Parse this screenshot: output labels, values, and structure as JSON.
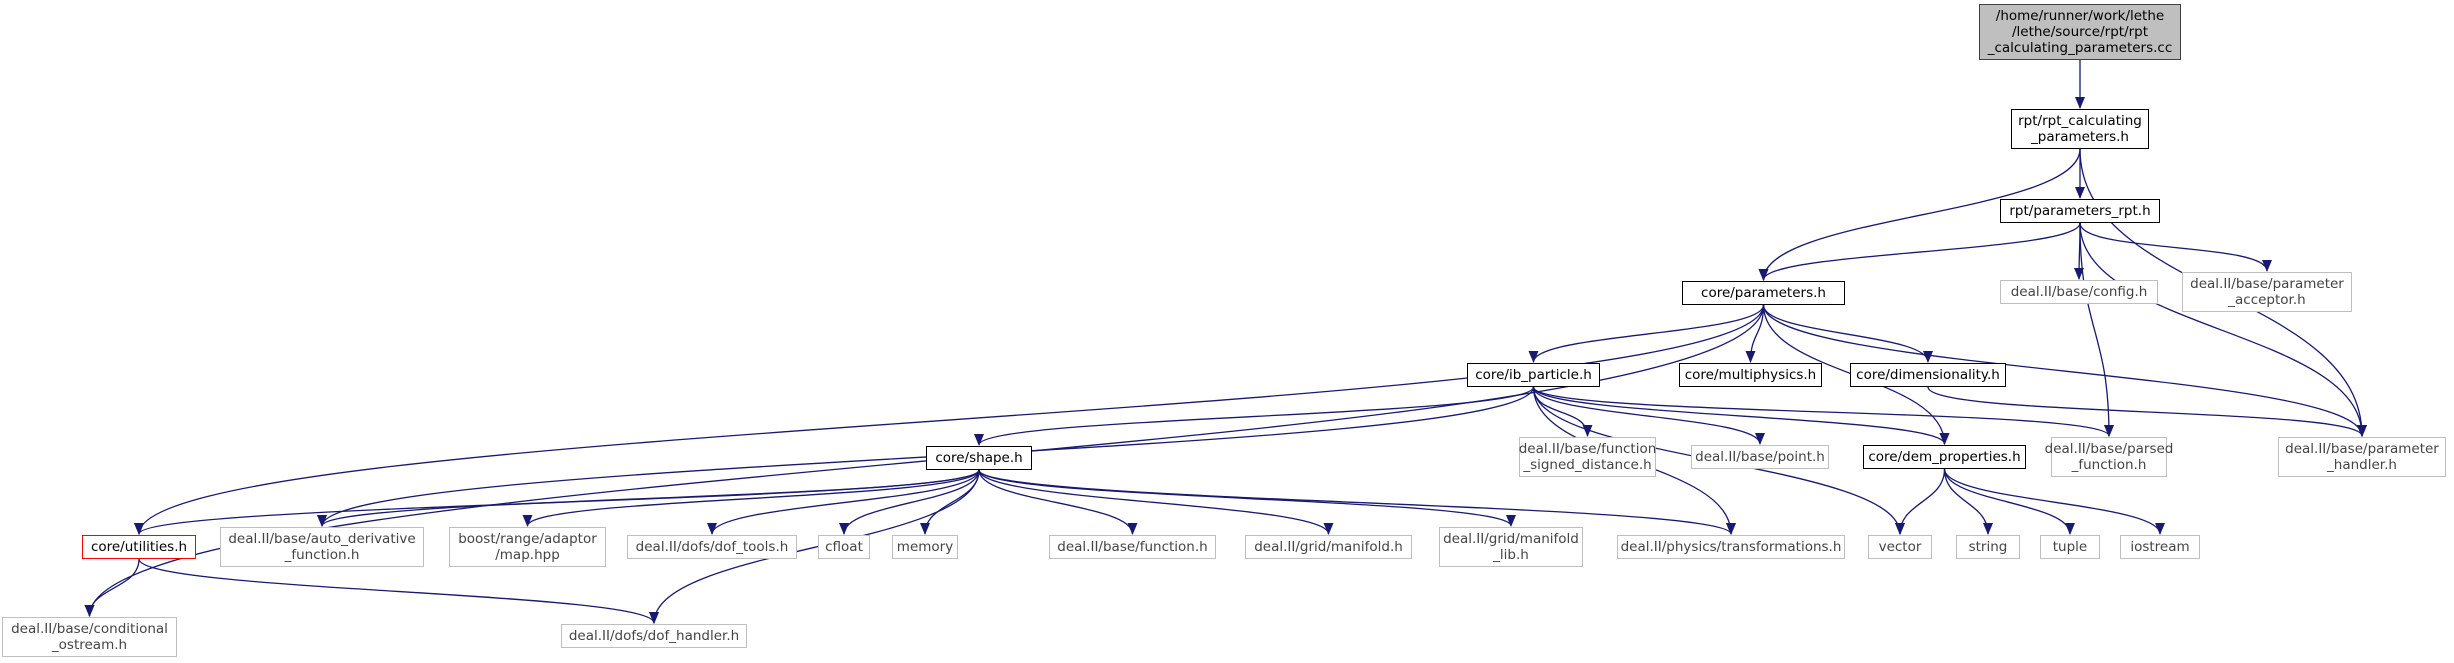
{
  "colors": {
    "edge": "#191970",
    "background": "#ffffff"
  },
  "nodes": {
    "root": {
      "label": "/home/runner/work/lethe\n/lethe/source/rpt/rpt\n_calculating_parameters.cc",
      "kind": "root"
    },
    "rpt_calc_h": {
      "label": "rpt/rpt_calculating\n_parameters.h",
      "kind": "internal"
    },
    "params_rpt": {
      "label": "rpt/parameters_rpt.h",
      "kind": "internal"
    },
    "config": {
      "label": "deal.II/base/config.h",
      "kind": "external"
    },
    "param_acceptor": {
      "label": "deal.II/base/parameter\n_acceptor.h",
      "kind": "external"
    },
    "core_params": {
      "label": "core/parameters.h",
      "kind": "internal"
    },
    "ib_particle": {
      "label": "core/ib_particle.h",
      "kind": "internal"
    },
    "multiphysics": {
      "label": "core/multiphysics.h",
      "kind": "internal"
    },
    "dimensionality": {
      "label": "core/dimensionality.h",
      "kind": "internal"
    },
    "param_handler": {
      "label": "deal.II/base/parameter\n_handler.h",
      "kind": "external"
    },
    "func_sdist": {
      "label": "deal.II/base/function\n_signed_distance.h",
      "kind": "external"
    },
    "point": {
      "label": "deal.II/base/point.h",
      "kind": "external"
    },
    "dem_props": {
      "label": "core/dem_properties.h",
      "kind": "internal"
    },
    "parsed_func": {
      "label": "deal.II/base/parsed\n_function.h",
      "kind": "external"
    },
    "shape": {
      "label": "core/shape.h",
      "kind": "internal"
    },
    "utilities": {
      "label": "core/utilities.h",
      "kind": "highlight"
    },
    "auto_deriv": {
      "label": "deal.II/base/auto_derivative\n_function.h",
      "kind": "external"
    },
    "boost_map": {
      "label": "boost/range/adaptor\n/map.hpp",
      "kind": "external"
    },
    "dof_tools": {
      "label": "deal.II/dofs/dof_tools.h",
      "kind": "external"
    },
    "cfloat": {
      "label": "cfloat",
      "kind": "external"
    },
    "memory": {
      "label": "memory",
      "kind": "external"
    },
    "function": {
      "label": "deal.II/base/function.h",
      "kind": "external"
    },
    "manifold": {
      "label": "deal.II/grid/manifold.h",
      "kind": "external"
    },
    "manifold_lib": {
      "label": "deal.II/grid/manifold\n_lib.h",
      "kind": "external"
    },
    "transformations": {
      "label": "deal.II/physics/transformations.h",
      "kind": "external"
    },
    "vector": {
      "label": "vector",
      "kind": "external"
    },
    "string": {
      "label": "string",
      "kind": "external"
    },
    "tuple": {
      "label": "tuple",
      "kind": "external"
    },
    "iostream": {
      "label": "iostream",
      "kind": "external"
    },
    "cond_ostream": {
      "label": "deal.II/base/conditional\n_ostream.h",
      "kind": "external"
    },
    "dof_handler": {
      "label": "deal.II/dofs/dof_handler.h",
      "kind": "external"
    }
  },
  "edges": [
    [
      "root",
      "rpt_calc_h"
    ],
    [
      "rpt_calc_h",
      "params_rpt"
    ],
    [
      "rpt_calc_h",
      "core_params"
    ],
    [
      "rpt_calc_h",
      "param_handler"
    ],
    [
      "params_rpt",
      "core_params"
    ],
    [
      "params_rpt",
      "config"
    ],
    [
      "params_rpt",
      "param_acceptor"
    ],
    [
      "params_rpt",
      "parsed_func"
    ],
    [
      "params_rpt",
      "param_handler"
    ],
    [
      "core_params",
      "ib_particle"
    ],
    [
      "core_params",
      "multiphysics"
    ],
    [
      "core_params",
      "dimensionality"
    ],
    [
      "core_params",
      "dem_props"
    ],
    [
      "core_params",
      "param_handler"
    ],
    [
      "core_params",
      "utilities"
    ],
    [
      "core_params",
      "cond_ostream"
    ],
    [
      "ib_particle",
      "shape"
    ],
    [
      "ib_particle",
      "func_sdist"
    ],
    [
      "ib_particle",
      "point"
    ],
    [
      "ib_particle",
      "dem_props"
    ],
    [
      "ib_particle",
      "parsed_func"
    ],
    [
      "ib_particle",
      "auto_deriv"
    ],
    [
      "ib_particle",
      "transformations"
    ],
    [
      "ib_particle",
      "vector"
    ],
    [
      "dimensionality",
      "param_handler"
    ],
    [
      "dem_props",
      "vector"
    ],
    [
      "dem_props",
      "string"
    ],
    [
      "dem_props",
      "tuple"
    ],
    [
      "dem_props",
      "iostream"
    ],
    [
      "shape",
      "utilities"
    ],
    [
      "shape",
      "auto_deriv"
    ],
    [
      "shape",
      "boost_map"
    ],
    [
      "shape",
      "dof_tools"
    ],
    [
      "shape",
      "cfloat"
    ],
    [
      "shape",
      "memory"
    ],
    [
      "shape",
      "function"
    ],
    [
      "shape",
      "manifold"
    ],
    [
      "shape",
      "manifold_lib"
    ],
    [
      "shape",
      "transformations"
    ],
    [
      "shape",
      "dof_handler"
    ],
    [
      "utilities",
      "cond_ostream"
    ],
    [
      "utilities",
      "dof_handler"
    ]
  ]
}
